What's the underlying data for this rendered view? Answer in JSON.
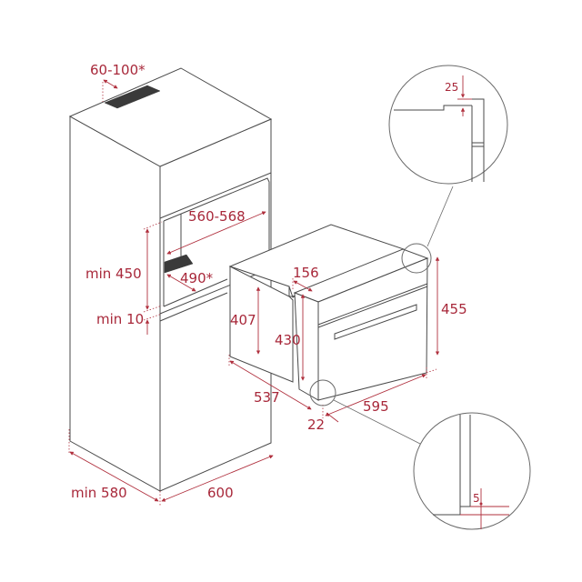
{
  "diagram": {
    "type": "built-in oven installation dimensions (tall cabinet)",
    "units": "mm",
    "colors": {
      "line": "#4a4a4a",
      "dimension": "#a8283a",
      "vent": "#3a3a3a",
      "background": "#ffffff"
    },
    "cabinet": {
      "top_vent_label": "60-100*",
      "niche_width_label": "560-568",
      "niche_vent_label": "490*",
      "niche_height_label": "min 450",
      "base_gap_label": "min 10",
      "depth_label": "min 580",
      "width_label": "600"
    },
    "oven": {
      "body_height_label": "407",
      "front_height_label": "430",
      "step_depth_label": "156",
      "body_depth_label": "537",
      "front_height_total_label": "455",
      "front_width_label": "595",
      "front_thickness_label": "22"
    },
    "details": {
      "top_detail_label": "25",
      "bottom_detail_label": "5"
    }
  }
}
